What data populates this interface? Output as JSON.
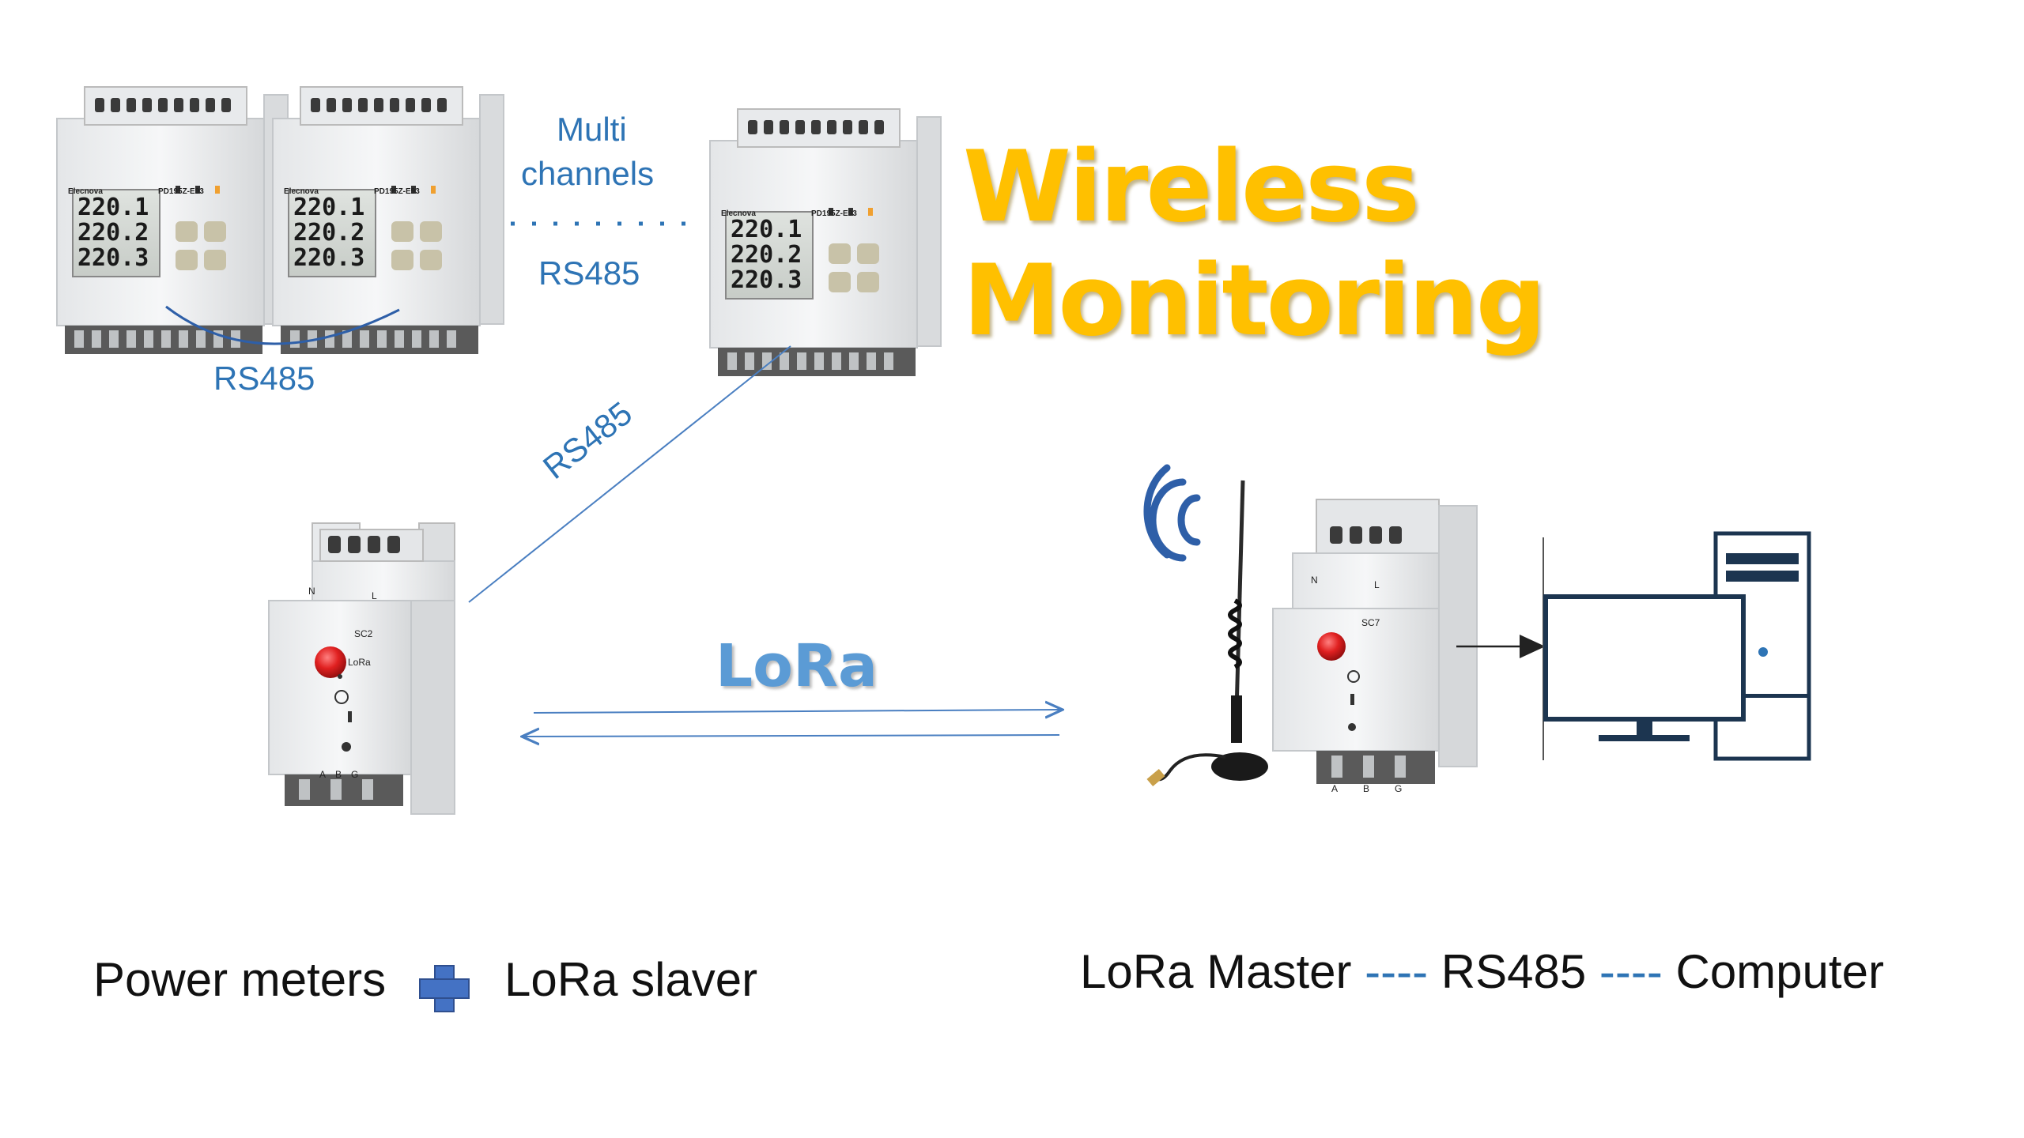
{
  "title": "Wireless Monitoring",
  "labels": {
    "multi": "Multi",
    "channels": "channels",
    "rs485_top": "RS485",
    "rs485_chain": "RS485",
    "rs485_diag": "RS485",
    "lora": "LoRa"
  },
  "meters": [
    {
      "brand": "Elecnova",
      "model": "PD195Z-E93",
      "readings": [
        "220.1",
        "220.2",
        "220.3"
      ]
    },
    {
      "brand": "Elecnova",
      "model": "PD195Z-E93",
      "readings": [
        "220.1",
        "220.2",
        "220.3"
      ]
    },
    {
      "brand": "Elecnova",
      "model": "PD195Z-E93",
      "readings": [
        "220.1",
        "220.2",
        "220.3"
      ]
    }
  ],
  "slaver_module": {
    "terminals_top": [
      "N",
      "L"
    ],
    "code": "SC2",
    "led": "LoRa",
    "terminals_bottom": [
      "A",
      "B",
      "G"
    ]
  },
  "master_module": {
    "terminals_top": [
      "N",
      "L"
    ],
    "code": "SC7",
    "terminals_bottom": [
      "A",
      "B",
      "G"
    ]
  },
  "captions": {
    "left_a": "Power meters",
    "left_b": "LoRa slaver",
    "right_a": "LoRa Master",
    "sep1": "----",
    "right_b": "RS485",
    "sep2": "----",
    "right_c": "Computer"
  },
  "colors": {
    "title": "#ffc000",
    "accent_blue": "#2e74b5",
    "lora_blue": "#5b9bd5",
    "plus": "#4472c4"
  },
  "icons": [
    "wifi-signal-icon",
    "antenna-icon",
    "computer-monitor-icon",
    "computer-tower-icon",
    "plus-icon",
    "arrow-icon"
  ]
}
